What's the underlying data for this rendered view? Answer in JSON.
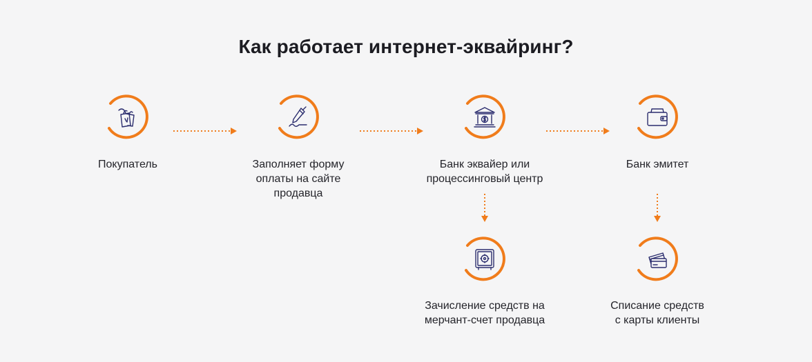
{
  "title": "Как работает интернет-эквайринг?",
  "accent_color": "#f07c1b",
  "icon_color": "#2b2d6e",
  "steps": [
    {
      "label": "Покупатель",
      "icon": "shopping-bags-icon"
    },
    {
      "label": "Заполняет форму\nоплаты на сайте\nпродавца",
      "icon": "pen-signature-icon"
    },
    {
      "label": "Банк эквайер или\nпроцессинговый центр",
      "icon": "bank-building-icon"
    },
    {
      "label": "Банк эмитет",
      "icon": "wallet-icon"
    },
    {
      "label": "Зачисление средств на\nмерчант-счет продавца",
      "icon": "safe-icon"
    },
    {
      "label": "Списание средств\nс карты клиенты",
      "icon": "credit-cards-icon"
    }
  ]
}
